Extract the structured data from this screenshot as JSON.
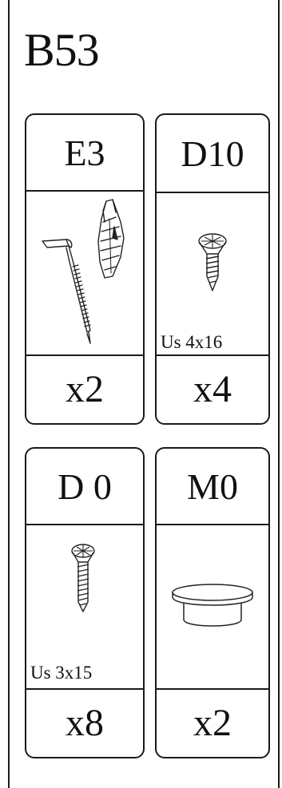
{
  "sheet": {
    "title": "B53"
  },
  "parts": [
    {
      "code": "E3",
      "spec": "",
      "qty": "x2",
      "icon": "hook-and-wall-plug-icon"
    },
    {
      "code": "D10",
      "spec": "Us 4x16",
      "qty": "x4",
      "icon": "countersunk-screw-icon"
    },
    {
      "code": "D 0",
      "spec": "Us 3x15",
      "qty": "x8",
      "icon": "countersunk-screw-icon"
    },
    {
      "code": "M0",
      "spec": "",
      "qty": "x2",
      "icon": "round-cover-cap-icon"
    }
  ]
}
